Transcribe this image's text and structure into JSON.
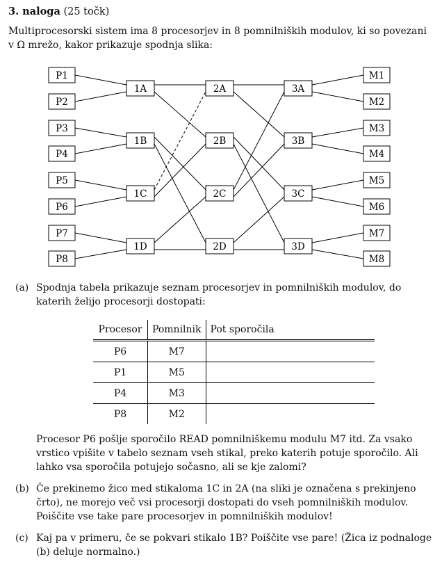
{
  "header": {
    "title_bold": "3. naloga",
    "title_points": "(25 točk)"
  },
  "intro": "Multiprocesorski sistem ima 8 procesorjev in 8 pomnilniških modulov, ki so povezani v Ω mrežo, kakor prikazuje spodnja slika:",
  "diagram": {
    "processors": [
      "P1",
      "P2",
      "P3",
      "P4",
      "P5",
      "P6",
      "P7",
      "P8"
    ],
    "memories": [
      "M1",
      "M2",
      "M3",
      "M4",
      "M5",
      "M6",
      "M7",
      "M8"
    ],
    "stage1": [
      "1A",
      "1B",
      "1C",
      "1D"
    ],
    "stage2": [
      "2A",
      "2B",
      "2C",
      "2D"
    ],
    "stage3": [
      "3A",
      "3B",
      "3C",
      "3D"
    ],
    "broken_link": [
      "1C",
      "2A"
    ]
  },
  "part_a": {
    "label": "(a)",
    "text": "Spodnja tabela prikazuje seznam procesorjev in pomnilniških modulov, do katerih želijo procesorji dostopati:",
    "table": {
      "headers": [
        "Procesor",
        "Pomnilnik",
        "Pot sporočila"
      ],
      "rows": [
        [
          "P6",
          "M7",
          ""
        ],
        [
          "P1",
          "M5",
          ""
        ],
        [
          "P4",
          "M3",
          ""
        ],
        [
          "P8",
          "M2",
          ""
        ]
      ]
    },
    "followup_pre": "Procesor P6 pošlje sporočilo ",
    "followup_read": "READ",
    "followup_post": " pomnilniškemu modulu M7 itd. Za vsako vrstico vpišite v tabelo seznam vseh stikal, preko katerih potuje sporočilo. Ali lahko vsa sporočila potujejo sočasno, ali se kje zalomi?"
  },
  "part_b": {
    "label": "(b)",
    "text": "Če prekinemo žico med stikaloma 1C in 2A (na sliki je označena s prekinjeno črto), ne morejo več vsi procesorji dostopati do vseh pomnilniških modulov. Poiščite vse take pare procesorjev in pomnilniških modulov!"
  },
  "part_c": {
    "label": "(c)",
    "text": "Kaj pa v primeru, če se pokvari stikalo 1B? Poiščite vse pare! (Žica iz podnaloge (b) deluje normalno.)"
  }
}
